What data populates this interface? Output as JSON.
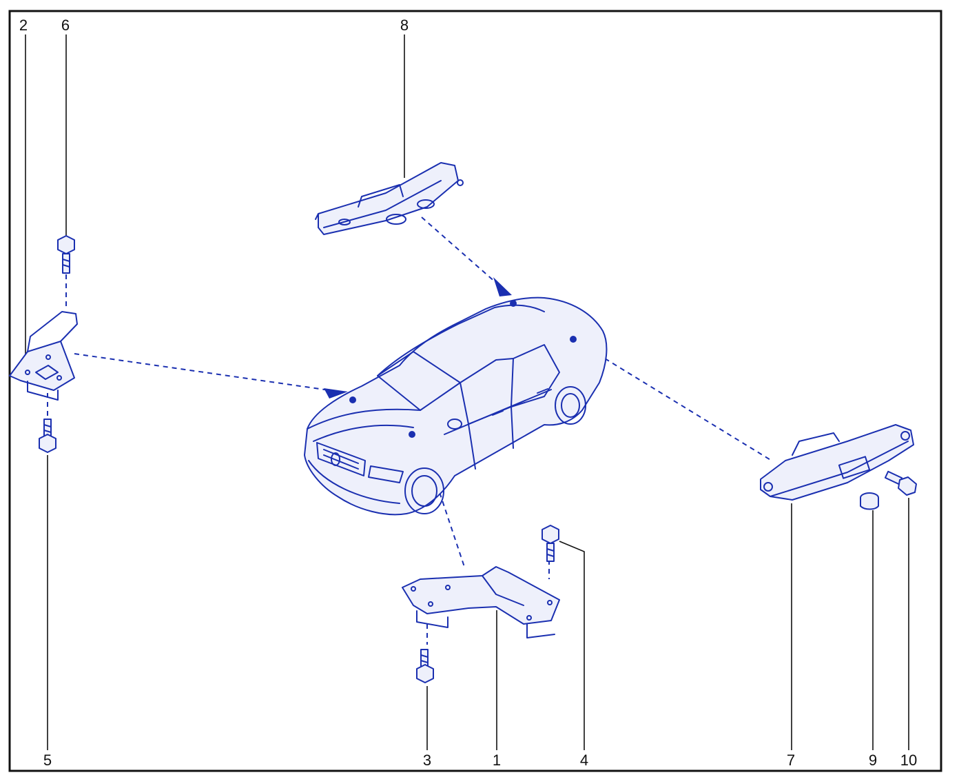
{
  "labels": {
    "l2": "2",
    "l6": "6",
    "l8": "8",
    "l5": "5",
    "l3": "3",
    "l1": "1",
    "l4": "4",
    "l7": "7",
    "l9": "9",
    "l10": "10"
  },
  "colors": {
    "ink": "#1a2fb0",
    "frame": "#111111"
  }
}
